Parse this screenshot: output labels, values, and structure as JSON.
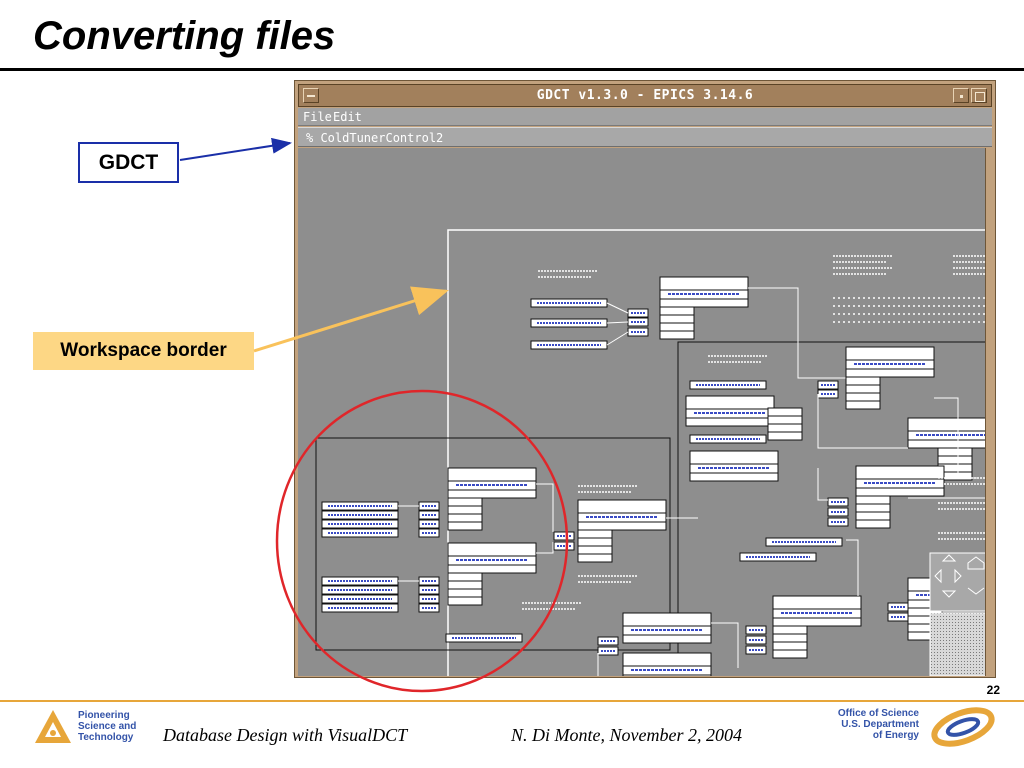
{
  "slide": {
    "title": "Converting files",
    "page_number": "22"
  },
  "callouts": {
    "gdct": "GDCT",
    "workspace_border": "Workspace border"
  },
  "window": {
    "title": "GDCT v1.3.0 - EPICS 3.14.6",
    "menu": {
      "file": "File",
      "edit": "Edit"
    },
    "path": "% ColdTunerControl2"
  },
  "footer": {
    "tagline": [
      "Pioneering",
      "Science and",
      "Technology"
    ],
    "course": "Database Design with VisualDCT",
    "author": "N. Di Monte, November 2, 2004",
    "office": [
      "Office of Science",
      "U.S. Department",
      "of Energy"
    ]
  },
  "colors": {
    "window_frame": "#c2a27e",
    "titlebar": "#a2805c",
    "workspace": "#8e8e8e",
    "gdct_arrow": "#1a2fa8",
    "workspace_callout": "#fdd785",
    "highlight_circle": "#e0262a",
    "footer_rule": "#e7a63a",
    "footer_text": "#3353a8"
  }
}
